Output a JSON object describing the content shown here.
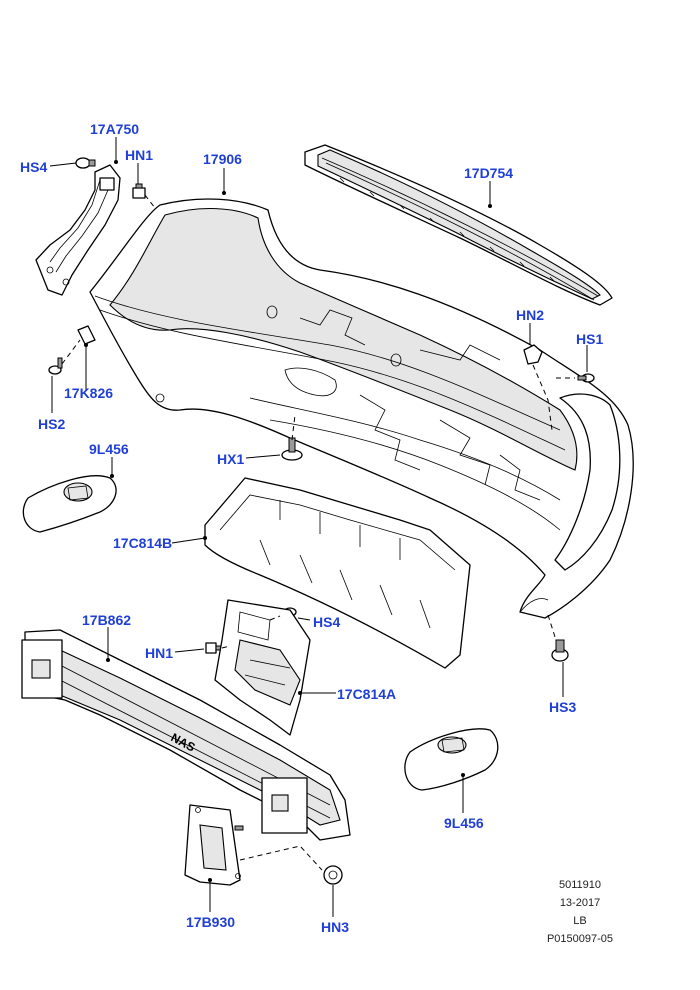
{
  "labels": {
    "hs4_top": "HS4",
    "a17a750": "17A750",
    "hn1_top": "HN1",
    "p17906": "17906",
    "p17d754": "17D754",
    "hn2": "HN2",
    "hs1": "HS1",
    "p17k826": "17K826",
    "hs2": "HS2",
    "p9l456_left": "9L456",
    "hx1": "HX1",
    "p17c814b": "17C814B",
    "p17b862": "17B862",
    "hs4_mid": "HS4",
    "hn1_mid": "HN1",
    "p17c814a": "17C814A",
    "hs3": "HS3",
    "p9l456_right": "9L456",
    "p17b930": "17B930",
    "hn3": "HN3"
  },
  "reference": {
    "line1": "5011910",
    "line2": "13-2017",
    "line3": "LB",
    "line4": "P0150097-05"
  }
}
